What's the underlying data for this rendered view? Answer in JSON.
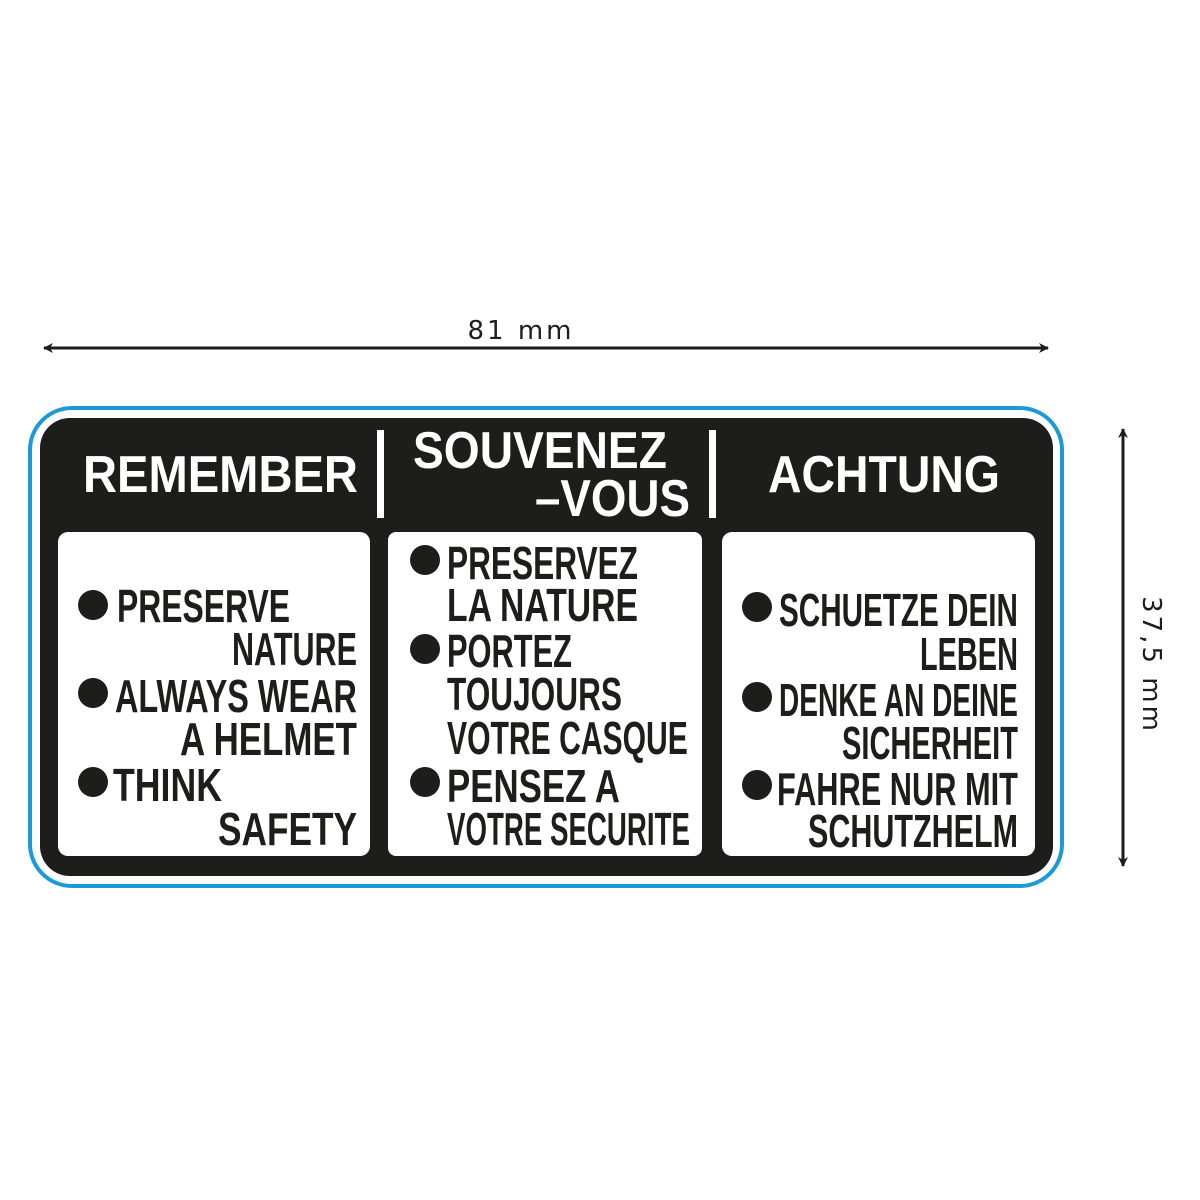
{
  "dimensions": {
    "width_label": "81 mm",
    "height_label": "37,5 mm"
  },
  "colors": {
    "outline": "#1a9ad9",
    "label_bg": "#1d1d1b",
    "panel": "#ffffff"
  },
  "columns": [
    {
      "header": [
        "REMEMBER"
      ],
      "lines": [
        "PRESERVE",
        "NATURE",
        "ALWAYS WEAR",
        "A HELMET",
        "THINK",
        "SAFETY"
      ]
    },
    {
      "header": [
        "SOUVENEZ",
        "–VOUS"
      ],
      "lines": [
        "PRESERVEZ",
        "LA NATURE",
        "PORTEZ",
        "TOUJOURS",
        "VOTRE CASQUE",
        "PENSEZ A",
        "VOTRE SECURITE"
      ]
    },
    {
      "header": [
        "ACHTUNG"
      ],
      "lines": [
        "SCHUETZE DEIN",
        "LEBEN",
        "DENKE AN DEINE",
        "SICHERHEIT",
        "FAHRE NUR MIT",
        "SCHUTZHELM"
      ]
    }
  ]
}
